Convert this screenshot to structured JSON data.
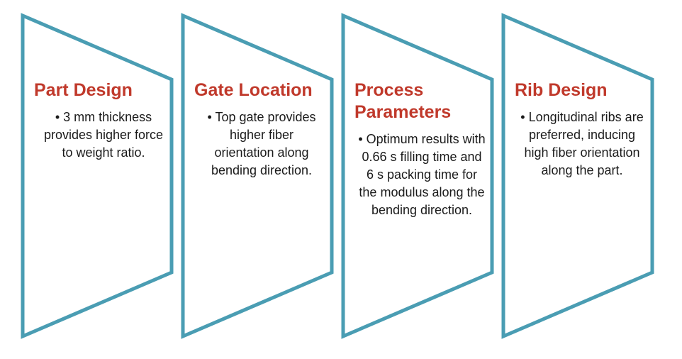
{
  "colors": {
    "border": "#4a9db3",
    "title": "#c0392b",
    "text": "#1a1a1a"
  },
  "panels": [
    {
      "title": "Part Design",
      "bullet": "3 mm thickness provides higher force to weight ratio."
    },
    {
      "title": "Gate Location",
      "bullet": "Top gate provides higher fiber orientation along bending direction."
    },
    {
      "title": "Process Parameters",
      "bullet": "Optimum results with 0.66 s filling time and 6 s packing time for the modulus along the bending direction."
    },
    {
      "title": "Rib Design",
      "bullet": "Longitudinal ribs are preferred, inducing high fiber orientation along the part."
    }
  ]
}
